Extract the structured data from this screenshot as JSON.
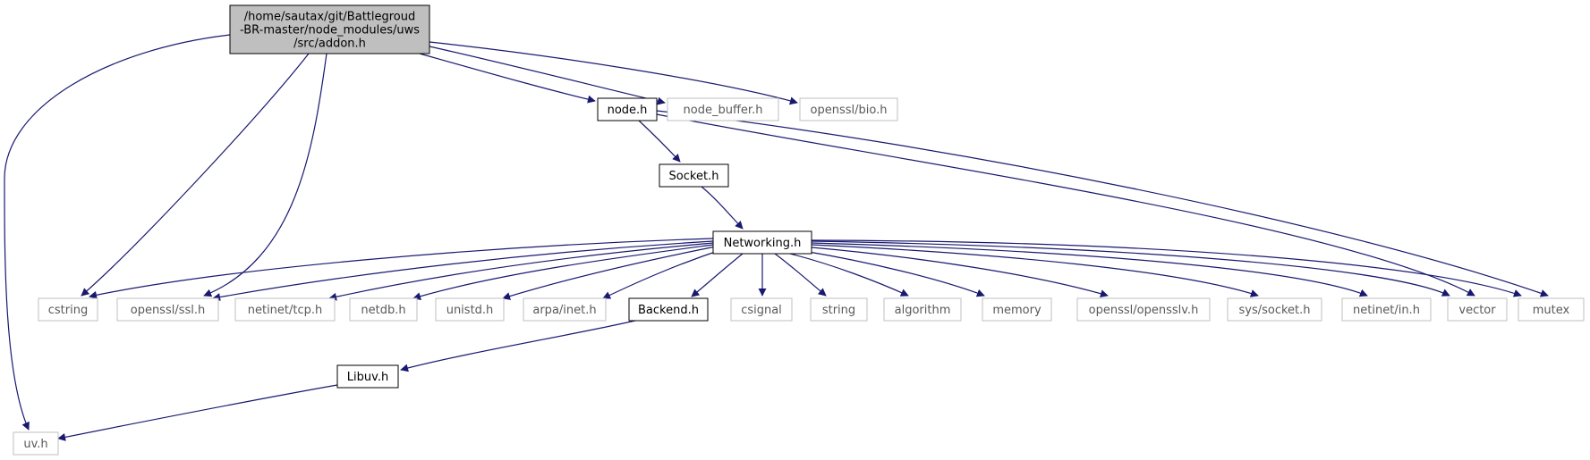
{
  "graph": {
    "nodes": [
      {
        "id": "addon",
        "lines": [
          "/home/sautax/git/Battlegroud",
          "-BR-master/node_modules/uws",
          "/src/addon.h"
        ],
        "style": "root"
      },
      {
        "id": "node",
        "lines": [
          "node.h"
        ],
        "style": "documented"
      },
      {
        "id": "node_buffer",
        "lines": [
          "node_buffer.h"
        ],
        "style": "external"
      },
      {
        "id": "bio",
        "lines": [
          "openssl/bio.h"
        ],
        "style": "external"
      },
      {
        "id": "socket",
        "lines": [
          "Socket.h"
        ],
        "style": "documented"
      },
      {
        "id": "networking",
        "lines": [
          "Networking.h"
        ],
        "style": "documented"
      },
      {
        "id": "cstring",
        "lines": [
          "cstring"
        ],
        "style": "external"
      },
      {
        "id": "ssl",
        "lines": [
          "openssl/ssl.h"
        ],
        "style": "external"
      },
      {
        "id": "tcp",
        "lines": [
          "netinet/tcp.h"
        ],
        "style": "external"
      },
      {
        "id": "netdb",
        "lines": [
          "netdb.h"
        ],
        "style": "external"
      },
      {
        "id": "unistd",
        "lines": [
          "unistd.h"
        ],
        "style": "external"
      },
      {
        "id": "inet",
        "lines": [
          "arpa/inet.h"
        ],
        "style": "external"
      },
      {
        "id": "backend",
        "lines": [
          "Backend.h"
        ],
        "style": "documented"
      },
      {
        "id": "csignal",
        "lines": [
          "csignal"
        ],
        "style": "external"
      },
      {
        "id": "string",
        "lines": [
          "string"
        ],
        "style": "external"
      },
      {
        "id": "algorithm",
        "lines": [
          "algorithm"
        ],
        "style": "external"
      },
      {
        "id": "memory",
        "lines": [
          "memory"
        ],
        "style": "external"
      },
      {
        "id": "opensslv",
        "lines": [
          "openssl/opensslv.h"
        ],
        "style": "external"
      },
      {
        "id": "syssocket",
        "lines": [
          "sys/socket.h"
        ],
        "style": "external"
      },
      {
        "id": "netin",
        "lines": [
          "netinet/in.h"
        ],
        "style": "external"
      },
      {
        "id": "vector",
        "lines": [
          "vector"
        ],
        "style": "external"
      },
      {
        "id": "mutex",
        "lines": [
          "mutex"
        ],
        "style": "external"
      },
      {
        "id": "libuv",
        "lines": [
          "Libuv.h"
        ],
        "style": "documented"
      },
      {
        "id": "uvh",
        "lines": [
          "uv.h"
        ],
        "style": "external"
      }
    ],
    "edges": [
      {
        "from": "addon",
        "to": "uvh"
      },
      {
        "from": "addon",
        "to": "cstring"
      },
      {
        "from": "addon",
        "to": "ssl"
      },
      {
        "from": "addon",
        "to": "node"
      },
      {
        "from": "addon",
        "to": "node_buffer"
      },
      {
        "from": "addon",
        "to": "bio"
      },
      {
        "from": "node",
        "to": "socket"
      },
      {
        "from": "node",
        "to": "vector"
      },
      {
        "from": "node",
        "to": "mutex"
      },
      {
        "from": "socket",
        "to": "networking"
      },
      {
        "from": "networking",
        "to": "cstring"
      },
      {
        "from": "networking",
        "to": "ssl"
      },
      {
        "from": "networking",
        "to": "tcp"
      },
      {
        "from": "networking",
        "to": "netdb"
      },
      {
        "from": "networking",
        "to": "unistd"
      },
      {
        "from": "networking",
        "to": "inet"
      },
      {
        "from": "networking",
        "to": "backend"
      },
      {
        "from": "networking",
        "to": "csignal"
      },
      {
        "from": "networking",
        "to": "string"
      },
      {
        "from": "networking",
        "to": "algorithm"
      },
      {
        "from": "networking",
        "to": "memory"
      },
      {
        "from": "networking",
        "to": "opensslv"
      },
      {
        "from": "networking",
        "to": "syssocket"
      },
      {
        "from": "networking",
        "to": "netin"
      },
      {
        "from": "networking",
        "to": "vector"
      },
      {
        "from": "networking",
        "to": "mutex"
      },
      {
        "from": "backend",
        "to": "libuv"
      },
      {
        "from": "libuv",
        "to": "uvh"
      }
    ],
    "colors": {
      "edge": "#191970",
      "root_fill": "#bfbfbf",
      "documented_border": "#000000",
      "external_border": "#bfbfbf",
      "external_text": "#595959",
      "text": "#000000"
    }
  }
}
